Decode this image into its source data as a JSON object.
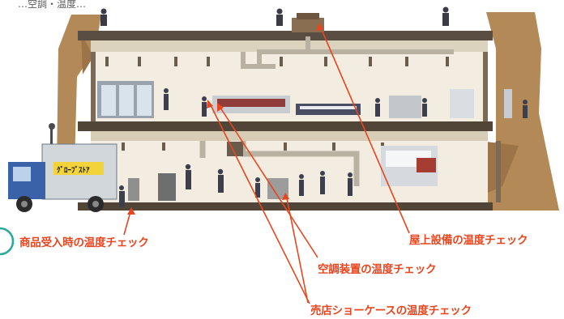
{
  "header": {
    "caption": "…空調・温度…"
  },
  "truck": {
    "sign_text": "ｸﾞﾛｰﾌﾞｽﾄｱ"
  },
  "callouts": {
    "receiving": "商品受入時の温度チェック",
    "rooftop": "屋上設備の温度チェック",
    "air_conditioning": "空調装置の温度チェック",
    "showcase": "売店ショーケースの温度チェック"
  },
  "colors": {
    "accent_red": "#e8461e",
    "earth": "#b38a57",
    "floor_slab": "#514538",
    "wall_interior": "#ebe4d2",
    "truck_blue": "#3a62a8",
    "teal_marker": "#2aa89a"
  }
}
